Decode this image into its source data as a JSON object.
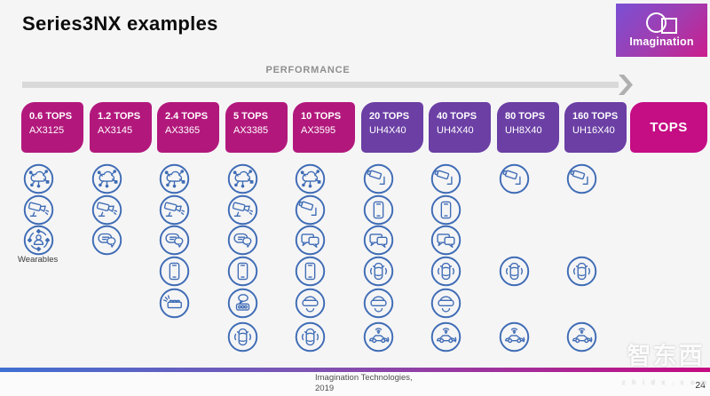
{
  "slide": {
    "title": "Series3NX examples",
    "performance_label": "PERFORMANCE",
    "wearables_label": "Wearables",
    "logo_text": "Imagination",
    "tops_box_label": "TOPS",
    "footer": {
      "credit_line1": "Imagination Technologies,",
      "credit_line2": "2019",
      "page_number": "24"
    },
    "watermark": {
      "text": "智东西",
      "subtext": "z h i d x . c o m"
    }
  },
  "colors": {
    "magenta": "#b2187c",
    "purple": "#6b3fa4",
    "tops_magenta": "#c50d84",
    "icon_blue": "#3f6cb5",
    "arrow_gray": "#d9d9d9",
    "arrowhead_gray": "#b0b0b0",
    "bar_blue": "#3f70d2",
    "bar_purple": "#8052b2",
    "bar_pink": "#c50a81",
    "logo_purple": "#7a50d4",
    "logo_pink": "#cb1d8d"
  },
  "columns": [
    {
      "tops": "0.6 TOPS",
      "model": "AX3125",
      "family": "magenta",
      "icons": [
        {
          "row": 1,
          "name": "cloud-iot-icon"
        },
        {
          "row": 2,
          "name": "cctv-camera-icon"
        },
        {
          "row": 3,
          "name": "wearables-person-icon"
        }
      ]
    },
    {
      "tops": "1.2 TOPS",
      "model": "AX3145",
      "family": "magenta",
      "icons": [
        {
          "row": 1,
          "name": "cloud-iot-icon"
        },
        {
          "row": 2,
          "name": "cctv-camera-icon"
        },
        {
          "row": 3,
          "name": "chat-round-icon"
        }
      ]
    },
    {
      "tops": "2.4 TOPS",
      "model": "AX3365",
      "family": "magenta",
      "icons": [
        {
          "row": 1,
          "name": "cloud-iot-icon"
        },
        {
          "row": 2,
          "name": "cctv-camera-icon"
        },
        {
          "row": 3,
          "name": "chat-round-icon"
        },
        {
          "row": 4,
          "name": "smartphone-icon"
        },
        {
          "row": 5,
          "name": "dashboard-alert-icon"
        }
      ]
    },
    {
      "tops": "5 TOPS",
      "model": "AX3385",
      "family": "magenta",
      "icons": [
        {
          "row": 1,
          "name": "cloud-iot-icon"
        },
        {
          "row": 2,
          "name": "cctv-camera-icon"
        },
        {
          "row": 3,
          "name": "chat-round-icon"
        },
        {
          "row": 4,
          "name": "smartphone-icon"
        },
        {
          "row": 5,
          "name": "smart-speaker-icon"
        },
        {
          "row": 6,
          "name": "car-top-sensing-icon"
        }
      ]
    },
    {
      "tops": "10 TOPS",
      "model": "AX3595",
      "family": "magenta",
      "icons": [
        {
          "row": 1,
          "name": "cloud-iot-icon"
        },
        {
          "row": 2,
          "name": "cctv-camera-mounted-icon"
        },
        {
          "row": 3,
          "name": "chat-square-icon"
        },
        {
          "row": 4,
          "name": "smartphone-icon"
        },
        {
          "row": 5,
          "name": "vr-headset-icon"
        },
        {
          "row": 6,
          "name": "car-top-sensing-icon"
        }
      ]
    },
    {
      "tops": "20 TOPS",
      "model": "UH4X40",
      "family": "purple",
      "icons": [
        {
          "row": 1,
          "name": "cctv-camera-mounted-icon"
        },
        {
          "row": 2,
          "name": "smartphone-icon"
        },
        {
          "row": 3,
          "name": "chat-square-icon"
        },
        {
          "row": 4,
          "name": "car-top-sensing-icon"
        },
        {
          "row": 5,
          "name": "vr-headset-icon"
        },
        {
          "row": 6,
          "name": "autonomous-car-icon"
        }
      ]
    },
    {
      "tops": "40 TOPS",
      "model": "UH4X40",
      "family": "purple",
      "icons": [
        {
          "row": 1,
          "name": "cctv-camera-mounted-icon"
        },
        {
          "row": 2,
          "name": "smartphone-icon"
        },
        {
          "row": 3,
          "name": "chat-square-icon"
        },
        {
          "row": 4,
          "name": "car-top-sensing-icon"
        },
        {
          "row": 5,
          "name": "vr-headset-icon"
        },
        {
          "row": 6,
          "name": "autonomous-car-icon"
        }
      ]
    },
    {
      "tops": "80 TOPS",
      "model": "UH8X40",
      "family": "purple",
      "icons": [
        {
          "row": 1,
          "name": "cctv-camera-mounted-icon"
        },
        {
          "row": 4,
          "name": "car-top-sensing-icon"
        },
        {
          "row": 6,
          "name": "autonomous-car-icon"
        }
      ]
    },
    {
      "tops": "160 TOPS",
      "model": "UH16X40",
      "family": "purple",
      "icons": [
        {
          "row": 1,
          "name": "cctv-camera-mounted-icon"
        },
        {
          "row": 4,
          "name": "car-top-sensing-icon"
        },
        {
          "row": 6,
          "name": "autonomous-car-icon"
        }
      ]
    }
  ]
}
